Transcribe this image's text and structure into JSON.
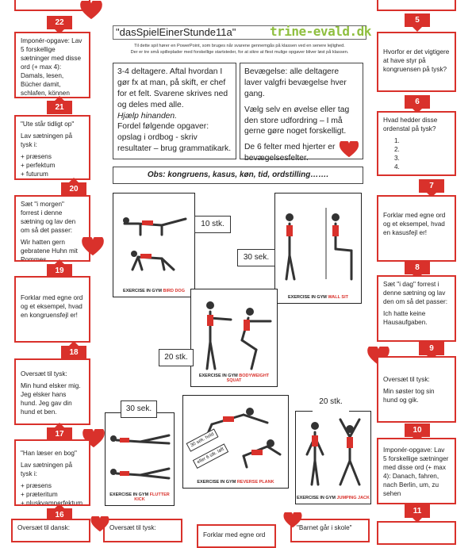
{
  "header": {
    "title": "\"dasSpielEinerStunde11a\"",
    "brand": "trine-evald.dk",
    "intro_line1": "Til dette spil hører en PowerPoint, som bruges når svarene gennemgås på klassen ved en senere lejlighed.",
    "intro_line2": "Der er tre små spilleplader med forskellige startsteder, for at sikre at flest mulige opgaver bliver løst på klassen."
  },
  "rules": {
    "left_p1": "3-4 deltagere. Aftal hvordan I gør fx at man, på skift, er chef for et felt. Svarene skrives ned og deles med alle.",
    "left_italic": "Hjælp hinanden.",
    "left_p2": "Fordel følgende opgaver: opslag i ordbog - skriv resultater – brug grammatikark.",
    "right_p1": "Bevægelse: alle deltagere laver valgfri bevægelse hver gang.",
    "right_p2": "Vælg selv en øvelse eller tag den store udfordring – I må gerne gøre noget forskelligt.",
    "right_p3": "De 6 felter med hjerter er bevægelsesfelter.",
    "obs": "Obs: kongruens, kasus, køn, tid, ordstilling……."
  },
  "numbers": {
    "n22": "22",
    "n21": "21",
    "n20": "20",
    "n19": "19",
    "n18": "18",
    "n17": "17",
    "n16": "16",
    "n5": "5",
    "n6": "6",
    "n7": "7",
    "n8": "8",
    "n9": "9",
    "n10": "10",
    "n11": "11"
  },
  "cards": {
    "c21": {
      "text": "Imponér-opgave: Lav 5 forskellige sætninger med disse ord (+ max 4): Damals, lesen, Bücher damit, schlafen, können"
    },
    "c20": {
      "l1": "\"Ute står tidligt op\"",
      "l2": "Lav sætningen på tysk i:",
      "items": [
        "+ præsens",
        "+ perfektum",
        "+ futurum"
      ]
    },
    "c19": {
      "l1": "Sæt \"i morgen\" forrest i denne sætning og lav den om så det passer:",
      "l2": "Wir hatten gern gebratene Huhn mit Pommes."
    },
    "c18": {
      "text": "Forklar med egne ord og et eksempel, hvad en kongruensfejl er!"
    },
    "c17": {
      "l1": "Oversæt til tysk:",
      "l2": "Min hund elsker mig. Jeg elsker hans hund. Jeg gav din hund et ben."
    },
    "c16": {
      "l1": "\"Han læser en bog\"",
      "l2": "Lav sætningen på tysk i:",
      "items": [
        "+ præsens",
        "+ præteritum",
        "+ pluskvamperfektum"
      ]
    },
    "c_bottom_left": {
      "text": "Oversæt til dansk:"
    },
    "c_bottom_mid1": {
      "text": "Oversæt til tysk:"
    },
    "c_bottom_mid2": {
      "text": "Forklar med egne ord"
    },
    "c_bottom_mid3": {
      "text": "\"Barnet går i skole\""
    },
    "c6": {
      "text": "Hvorfor er det vigtigere at have styr på kongruensen på tysk?"
    },
    "c7": {
      "l1": "Hvad hedder disse ordenstal på tysk?",
      "items": [
        "1.",
        "2.",
        "3.",
        "4."
      ]
    },
    "c8": {
      "text": "Forklar med egne ord og et eksempel, hvad en kasusfejl er!"
    },
    "c9": {
      "l1": "Sæt \"i dag\" forrest i denne sætning og lav den om så det passer:",
      "l2": "Ich hatte keine Hausaufgaben."
    },
    "c10": {
      "l1": "Oversæt til tysk:",
      "l2": "Min søster tog sin hund og gik."
    },
    "c11": {
      "text": "Imponér-opgave: Lav 5 forskellige sætninger med disse ord (+ max 4): Danach, fahren, nach Berlin, um, zu sehen"
    }
  },
  "exercises": {
    "bird_dog": {
      "label": "EXERCISE IN GYM",
      "name": "BIRD DOG",
      "count": "10 stk."
    },
    "wall_sit": {
      "label": "EXERCISE IN GYM",
      "name": "WALL SIT",
      "count": "30 sek."
    },
    "squat": {
      "label": "EXERCISE IN GYM",
      "name": "BODYWEIGHT SQUAT",
      "count": "20 stk."
    },
    "flutter": {
      "label": "EXERCISE IN GYM",
      "name": "FLUTTER KICK",
      "count": "30 sek."
    },
    "plank": {
      "label": "EXERCISE IN GYM",
      "name": "REVERSE PLANK",
      "note1": "30 sek. hold",
      "note2": "eller 6 stk. løft"
    },
    "jack": {
      "label": "EXERCISE IN GYM",
      "name": "JUMPING JACK",
      "count": "20 stk."
    }
  },
  "colors": {
    "accent": "#d9312b",
    "brand_green": "#8fbf3f"
  }
}
